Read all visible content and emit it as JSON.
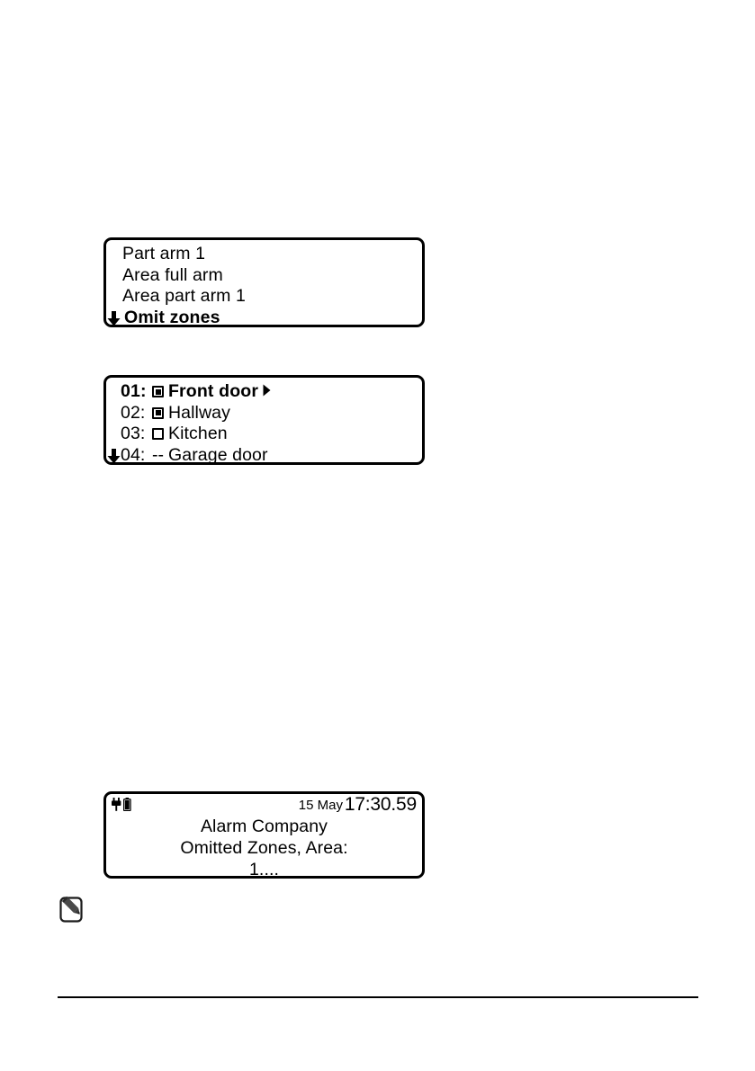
{
  "page": {
    "background_color": "#ffffff",
    "text_color": "#000000"
  },
  "menu_panel": {
    "name": "keypad-menu-display",
    "scroll_indicator": "down-arrow",
    "rows": [
      {
        "label": "Part arm 1",
        "selected": false
      },
      {
        "label": "Area full arm",
        "selected": false
      },
      {
        "label": "Area part arm 1",
        "selected": false
      },
      {
        "label": "Omit zones",
        "selected": true
      }
    ]
  },
  "zones_panel": {
    "name": "omit-zones-display",
    "scroll_indicator": "down-arrow",
    "rows": [
      {
        "index": "01:",
        "state": "checked",
        "label": "Front door",
        "selected": true,
        "arrow": "right-arrow"
      },
      {
        "index": "02:",
        "state": "checked",
        "label": "Hallway",
        "selected": false,
        "arrow": ""
      },
      {
        "index": "03:",
        "state": "unchecked",
        "label": "Kitchen",
        "selected": false,
        "arrow": ""
      },
      {
        "index": "04:",
        "state": "dashes",
        "label": "Garage door",
        "selected": false,
        "arrow": "",
        "dashes": "--"
      }
    ]
  },
  "status_panel": {
    "name": "alarm-status-display",
    "icons": [
      "mains-power-icon",
      "battery-icon"
    ],
    "date": "15 May",
    "time": "17:30.59",
    "lines": [
      "Alarm Company",
      "Omitted Zones, Area:",
      "1...."
    ]
  },
  "note": {
    "icon": "note-pencil-icon"
  }
}
